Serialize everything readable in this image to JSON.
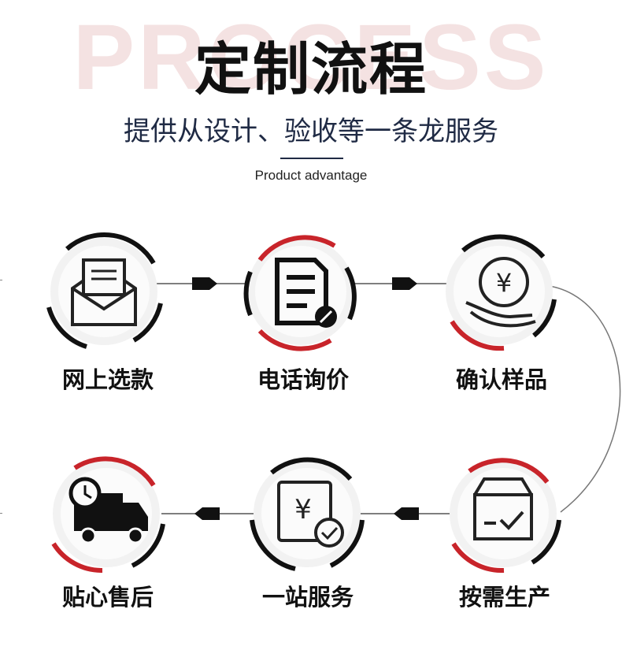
{
  "header": {
    "watermark": "PROCESS",
    "title": "定制流程",
    "subtitle": "提供从设计、验收等一条龙服务",
    "tagline": "Product advantage"
  },
  "colors": {
    "accent": "#c8242a",
    "dark": "#111111",
    "watermark": "#f4e2e2",
    "subtitle": "#1f2a44"
  },
  "steps": [
    {
      "label": "网上选款",
      "icon": "envelope-icon"
    },
    {
      "label": "电话询价",
      "icon": "document-edit-icon"
    },
    {
      "label": "确认样品",
      "icon": "yen-coin-hand-icon"
    },
    {
      "label": "按需生产",
      "icon": "box-check-icon"
    },
    {
      "label": "一站服务",
      "icon": "yen-receipt-check-icon"
    },
    {
      "label": "贴心售后",
      "icon": "delivery-truck-icon"
    }
  ]
}
